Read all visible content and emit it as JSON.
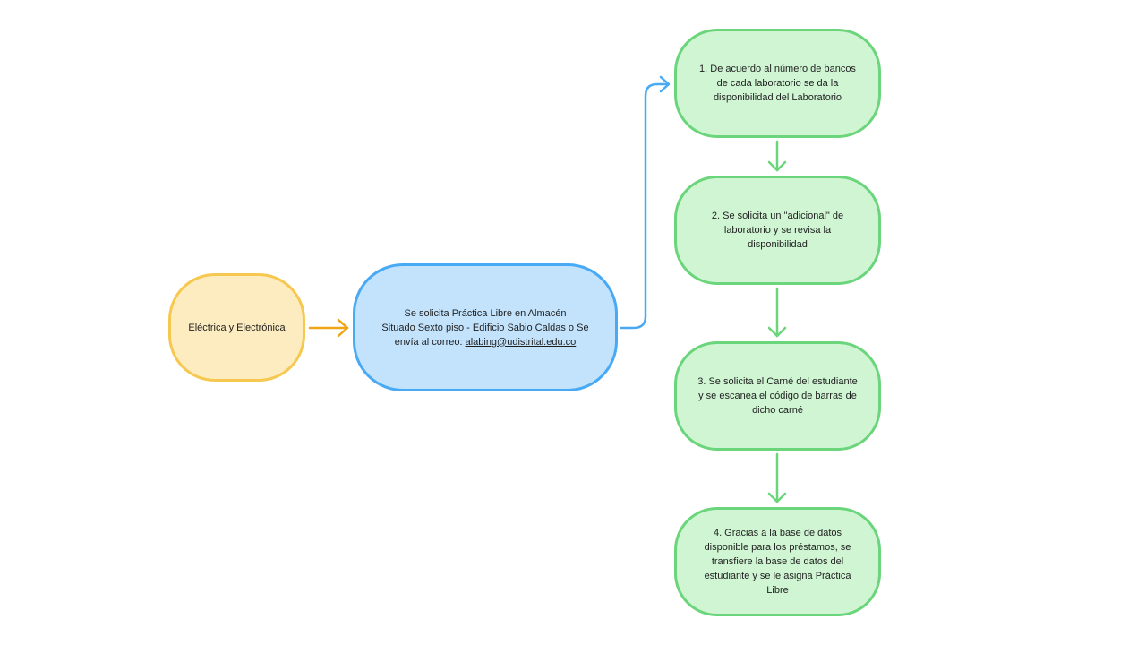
{
  "nodes": {
    "source": {
      "label": "Eléctrica y Electrónica"
    },
    "request": {
      "line1": "Se solicita Práctica Libre en Almacén",
      "line2": "Situado Sexto piso - Edificio Sabio Caldas o Se",
      "line3_prefix": "envía al correo: ",
      "email": "alabing@udistrital.edu.co"
    },
    "steps": [
      {
        "lines": [
          "1. De acuerdo al número de bancos",
          "de cada laboratorio se da la",
          "disponibilidad del Laboratorio"
        ]
      },
      {
        "lines": [
          "2. Se solicita un \"adicional\" de",
          "laboratorio y se revisa la",
          "disponibilidad"
        ]
      },
      {
        "lines": [
          "3. Se solicita el Carné del estudiante",
          "y se escanea el código de barras de",
          "dicho carné"
        ]
      },
      {
        "lines": [
          "4. Gracias a la base de datos",
          "disponible para los préstamos, se",
          "transfiere la base de datos del",
          "estudiante y se le asigna Práctica",
          "Libre"
        ]
      }
    ]
  },
  "colors": {
    "yellow_fill": "#fdecbf",
    "yellow_border": "#f6c84f",
    "blue_fill": "#c3e3fd",
    "blue_border": "#48a9f4",
    "green_fill": "#cff5d3",
    "green_border": "#6ad57a",
    "orange_arrow": "#f0a516"
  }
}
